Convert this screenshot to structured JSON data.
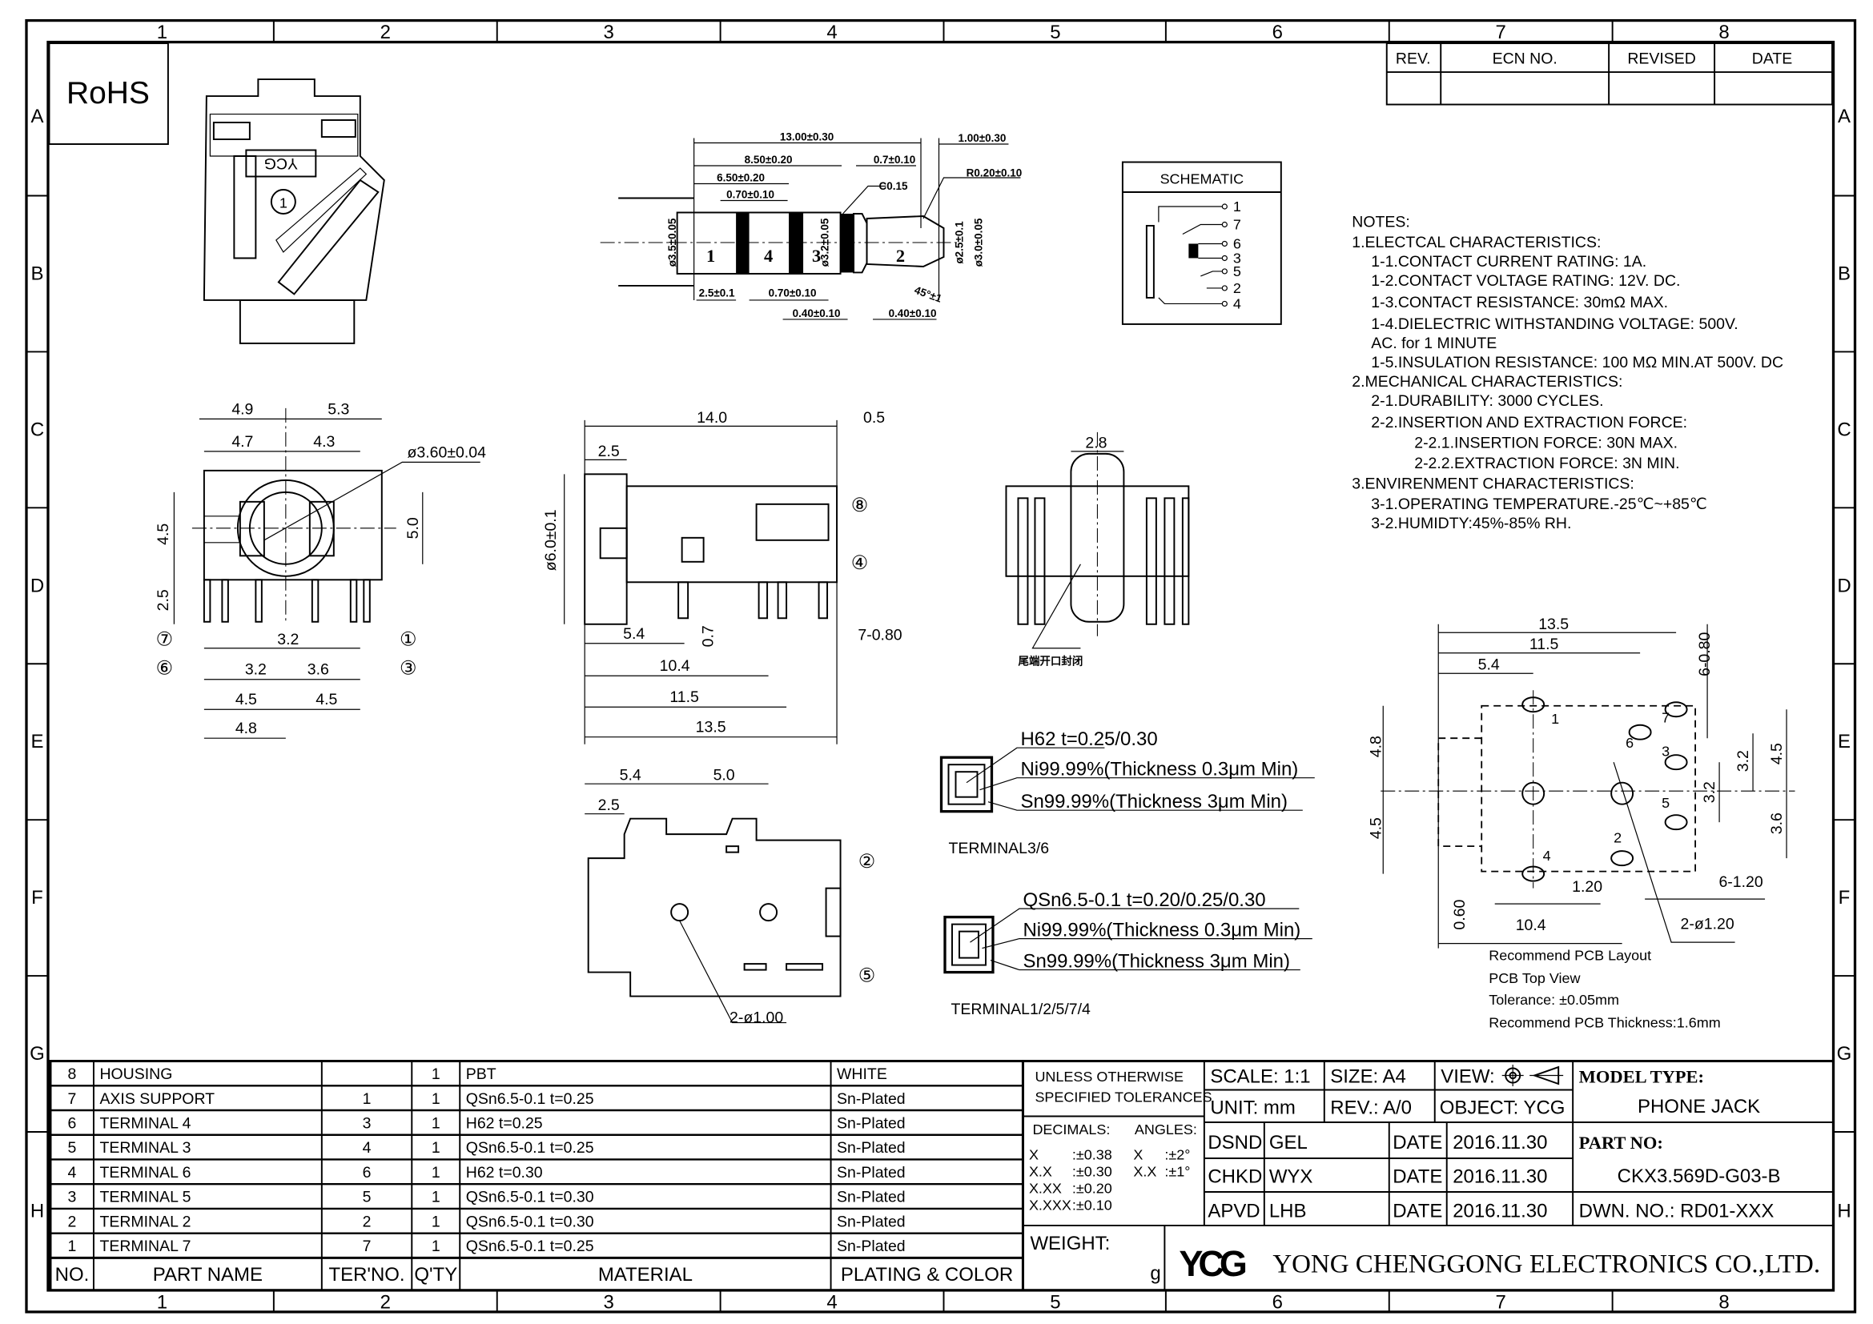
{
  "border": {
    "columns": [
      "1",
      "2",
      "3",
      "4",
      "5",
      "6",
      "7",
      "8"
    ],
    "rows": [
      "A",
      "B",
      "C",
      "D",
      "E",
      "F",
      "G",
      "H"
    ]
  },
  "rohs": "RoHS",
  "revision_table": {
    "headers": [
      "REV.",
      "ECN NO.",
      "REVISED",
      "DATE"
    ]
  },
  "iso_view": {
    "housing_logo": "YCG",
    "pin_mark": "1"
  },
  "plug": {
    "dims": {
      "overall": "13.00±0.30",
      "d850": "8.50±0.20",
      "d650": "6.50±0.20",
      "d070_top": "0.70±0.10",
      "d07": "0.7±0.10",
      "d100": "1.00±0.30",
      "radius": "R0.20±0.10",
      "chamfer": "C0.15",
      "dia35": "ø3.5±0.05",
      "dia32": "ø3.2±0.05",
      "dia25": "ø2.5±0.1",
      "dia30": "ø3.0±0.05",
      "d25": "2.5±0.1",
      "d070_bottom": "0.70±0.10",
      "d040_a": "0.40±0.10",
      "d040_b": "0.40±0.10",
      "angle": "45°±1"
    },
    "segments": [
      "1",
      "4",
      "3",
      "2"
    ]
  },
  "schematic": {
    "title": "SCHEMATIC",
    "pins": [
      "1",
      "7",
      "6",
      "3",
      "5",
      "2",
      "4"
    ]
  },
  "notes": [
    "NOTES:",
    "1.ELECTCAL  CHARACTERISTICS:",
    "1-1.CONTACT  CURRENT  RATING:    1A.",
    "1-2.CONTACT  VOLTAGE  RATING:  12V.  DC.",
    "1-3.CONTACT  RESISTANCE:  30mΩ  MAX.",
    "1-4.DIELECTRIC  WITHSTANDING  VOLTAGE:  500V.",
    "AC.  for  1  MINUTE",
    "1-5.INSULATION  RESISTANCE:  100  MΩ    MIN.AT  500V.  DC",
    "2.MECHANICAL  CHARACTERISTICS:",
    "2-1.DURABILITY:  3000  CYCLES.",
    "2-2.INSERTION  AND  EXTRACTION  FORCE:",
    "2-2.1.INSERTION  FORCE:      30N  MAX.",
    "2-2.2.EXTRACTION  FORCE:  3N  MIN.",
    "3.ENVIRENMENT  CHARACTERISTICS:",
    "3-1.OPERATING  TEMPERATURE.-25℃~+85℃",
    "3-2.HUMIDTY:45%-85%  RH."
  ],
  "front_view": {
    "dims": [
      "4.9",
      "5.3",
      "4.7",
      "4.3",
      "ø3.60±0.04",
      "4.5",
      "5.0",
      "2.5",
      "3.2",
      "3.2",
      "3.6",
      "4.5",
      "4.5",
      "4.8"
    ],
    "callouts": [
      "⑦",
      "⑥",
      "①",
      "③"
    ]
  },
  "side_view": {
    "dims": [
      "14.0",
      "0.5",
      "2.5",
      "ø6.0±0.1",
      "5.4",
      "0.7",
      "7-0.80",
      "10.4",
      "11.5",
      "13.5"
    ],
    "callouts": [
      "⑧",
      "④"
    ]
  },
  "rear_view": {
    "dims": [
      "2.8"
    ],
    "note": "尾端开口封闭"
  },
  "bottom_view": {
    "dims": [
      "5.4",
      "5.0",
      "2.5",
      "2-ø1.00"
    ],
    "callouts": [
      "②",
      "⑤"
    ]
  },
  "plating": [
    {
      "material": "H62  t=0.25/0.30",
      "ni": "Ni99.99%(Thickness  0.3μm  Min)",
      "sn": "Sn99.99%(Thickness  3μm  Min)",
      "label": "TERMINAL3/6"
    },
    {
      "material": "QSn6.5-0.1  t=0.20/0.25/0.30",
      "ni": "Ni99.99%(Thickness  0.3μm  Min)",
      "sn": "Sn99.99%(Thickness  3μm  Min)",
      "label": "TERMINAL1/2/5/7/4"
    }
  ],
  "pcb_layout": {
    "dims": {
      "w135": "13.5",
      "w115": "11.5",
      "w54": "5.4",
      "p080": "6-0.80",
      "h48": "4.8",
      "h45l": "4.5",
      "h45r": "4.5",
      "h32a": "3.2",
      "h32b": "3.2",
      "h36": "3.6",
      "w120": "1.20",
      "p120": "6-1.20",
      "dia120": "2-ø1.20",
      "h060": "0.60",
      "w104": "10.4"
    },
    "holes": [
      "1",
      "6",
      "7",
      "3",
      "5",
      "2",
      "4"
    ],
    "notes": [
      "Recommend  PCB  Layout",
      "PCB  Top  View",
      "Tolerance:  ±0.05mm",
      "Recommend  PCB  Thickness:1.6mm"
    ]
  },
  "parts": {
    "headers": [
      "NO.",
      "PART  NAME",
      "TER'NO.",
      "Q'TY",
      "MATERIAL",
      "PLATING  &  COLOR"
    ],
    "rows": [
      [
        "8",
        "HOUSING",
        "",
        "1",
        "PBT",
        "WHITE"
      ],
      [
        "7",
        "AXIS  SUPPORT",
        "1",
        "1",
        "QSn6.5-0.1  t=0.25",
        "Sn-Plated"
      ],
      [
        "6",
        "TERMINAL  4",
        "3",
        "1",
        "H62  t=0.25",
        "Sn-Plated"
      ],
      [
        "5",
        "TERMINAL  3",
        "4",
        "1",
        "QSn6.5-0.1  t=0.25",
        "Sn-Plated"
      ],
      [
        "4",
        "TERMINAL  6",
        "6",
        "1",
        "H62  t=0.30",
        "Sn-Plated"
      ],
      [
        "3",
        "TERMINAL  5",
        "5",
        "1",
        "QSn6.5-0.1  t=0.30",
        "Sn-Plated"
      ],
      [
        "2",
        "TERMINAL  2",
        "2",
        "1",
        "QSn6.5-0.1  t=0.30",
        "Sn-Plated"
      ],
      [
        "1",
        "TERMINAL  7",
        "7",
        "1",
        "QSn6.5-0.1  t=0.25",
        "Sn-Plated"
      ]
    ]
  },
  "title_block": {
    "tolerance_title": [
      "UNLESS  OTHERWISE",
      "SPECIFIED  TOLERANCES"
    ],
    "decimals_label": "DECIMALS:",
    "angles_label": "ANGLES:",
    "decimals": [
      [
        "X",
        ":±0.38"
      ],
      [
        "X.X",
        ":±0.30"
      ],
      [
        "X.XX",
        ":±0.20"
      ],
      [
        "X.XXX",
        ":±0.10"
      ]
    ],
    "angles": [
      [
        "X",
        ":±2°"
      ],
      [
        "X.X",
        ":±1°"
      ]
    ],
    "scale": "SCALE:  1:1",
    "size": "SIZE:  A4",
    "view": "VIEW:",
    "unit": "UNIT:  mm",
    "rev": "REV.:  A/0",
    "object": "OBJECT:  YCG",
    "model_type_label": "MODEL  TYPE:",
    "model_type": "PHONE  JACK",
    "part_no_label": "PART  NO:",
    "part_no": "CKX3.569D-G03-B",
    "dwn_no": "DWN.  NO.:  RD01-XXX",
    "signoffs": [
      {
        "role": "DSND",
        "name": "GEL",
        "date_label": "DATE",
        "date": "2016.11.30"
      },
      {
        "role": "CHKD",
        "name": "WYX",
        "date_label": "DATE",
        "date": "2016.11.30"
      },
      {
        "role": "APVD",
        "name": "LHB",
        "date_label": "DATE",
        "date": "2016.11.30"
      }
    ],
    "weight_label": "WEIGHT:",
    "weight_unit": "g",
    "logo": "YCG",
    "company": "YONG  CHENGGONG  ELECTRONICS  CO.,LTD."
  }
}
